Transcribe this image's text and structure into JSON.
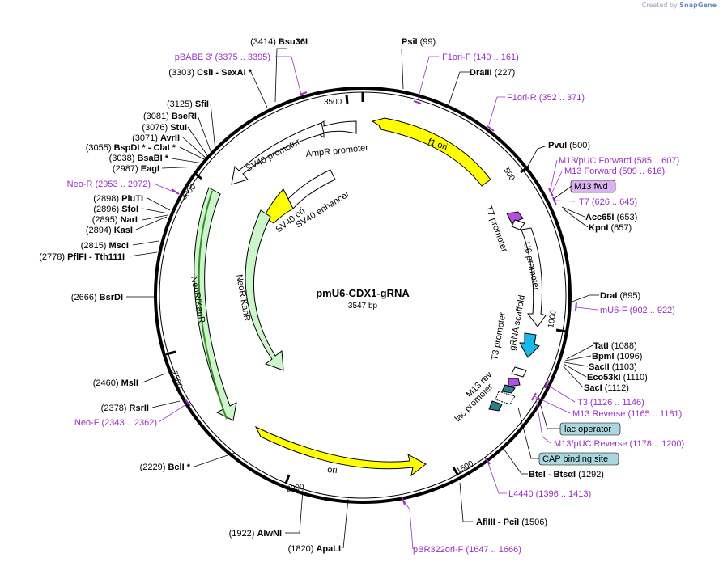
{
  "credit": {
    "prefix": "Created by",
    "brand": "SnapGene"
  },
  "plasmid": {
    "name": "pmU6-CDX1-gRNA",
    "length": "3547 bp"
  },
  "ticks": [
    "500",
    "1000",
    "1500",
    "2000",
    "2500",
    "3000",
    "3500"
  ],
  "sites": [
    {
      "pos": "(99)",
      "name": "PsiI"
    },
    {
      "pos": "(227)",
      "name": "DraIII"
    },
    {
      "pos": "(500)",
      "name": "PvuI"
    },
    {
      "pos": "(653)",
      "name": "Acc65I"
    },
    {
      "pos": "(657)",
      "name": "KpnI"
    },
    {
      "pos": "(895)",
      "name": "DraI"
    },
    {
      "pos": "(1088)",
      "name": "TatI"
    },
    {
      "pos": "(1096)",
      "name": "BpmI"
    },
    {
      "pos": "(1103)",
      "name": "SacII"
    },
    {
      "pos": "(1110)",
      "name": "Eco53kI"
    },
    {
      "pos": "(1112)",
      "name": "SacI"
    },
    {
      "pos": "(1292)",
      "name": "BtsI - BtsαI"
    },
    {
      "pos": "(1506)",
      "name": "AflIII - PciI"
    },
    {
      "pos": "(1820)",
      "name": "ApaLI"
    },
    {
      "pos": "(1922)",
      "name": "AlwNI"
    },
    {
      "pos": "(2229)",
      "name": "BclI *"
    },
    {
      "pos": "(2378)",
      "name": "RsrII"
    },
    {
      "pos": "(2460)",
      "name": "MslI"
    },
    {
      "pos": "(2666)",
      "name": "BsrDI"
    },
    {
      "pos": "(2778)",
      "name": "PflFI - Tth111I"
    },
    {
      "pos": "(2815)",
      "name": "MscI"
    },
    {
      "pos": "(2894)",
      "name": "KasI"
    },
    {
      "pos": "(2895)",
      "name": "NarI"
    },
    {
      "pos": "(2896)",
      "name": "SfoI"
    },
    {
      "pos": "(2898)",
      "name": "PluTI"
    },
    {
      "pos": "(2987)",
      "name": "EagI"
    },
    {
      "pos": "(3038)",
      "name": "BsaBI *"
    },
    {
      "pos": "(3055)",
      "name": "BspDI * - ClaI *"
    },
    {
      "pos": "(3071)",
      "name": "AvrII"
    },
    {
      "pos": "(3076)",
      "name": "StuI"
    },
    {
      "pos": "(3081)",
      "name": "BseRI"
    },
    {
      "pos": "(3125)",
      "name": "SfiI"
    },
    {
      "pos": "(3303)",
      "name": "CsiI - SexAI *"
    },
    {
      "pos": "(3414)",
      "name": "Bsu36I"
    }
  ],
  "primers": [
    {
      "text": "F1ori-F (140 .. 161)"
    },
    {
      "text": "F1ori-R (352 .. 371)"
    },
    {
      "text": "M13/pUC Forward (585 .. 607)"
    },
    {
      "text": "M13 Forward (599 .. 616)"
    },
    {
      "text": "T7 (626 .. 645)"
    },
    {
      "text": "mU6-F (902 .. 922)"
    },
    {
      "text": "T3 (1126 .. 1146)"
    },
    {
      "text": "M13 Reverse (1165 .. 1181)"
    },
    {
      "text": "M13/pUC Reverse (1178 .. 1200)"
    },
    {
      "text": "L4440 (1396 .. 1413)"
    },
    {
      "text": "pBR322ori-F (1647 .. 1666)"
    },
    {
      "text": "Neo-F (2343 .. 2362)"
    },
    {
      "text": "Neo-R (2953 .. 2972)"
    },
    {
      "text": "pBABE 3' (3375 .. 3395)"
    }
  ],
  "boxes": [
    "M13 fwd",
    "lac operator",
    "CAP binding site"
  ],
  "features": {
    "f1_ori": "f1 ori",
    "ampr_promoter": "AmpR promoter",
    "sv40_promoter": "SV40 promoter",
    "sv40_ori": "SV40 ori",
    "sv40_enhancer": "SV40 enhancer",
    "neor_outer": "NeoR/KanR",
    "neor_inner": "NeoR/KanR",
    "ori": "ori",
    "t7_promoter": "T7 promoter",
    "u6_promoter": "U6 promoter",
    "t3_promoter": "T3 promoter",
    "grna_scaffold": "gRNA scaffold",
    "m13_rev": "M13 rev",
    "lac_promoter": "lac promoter"
  },
  "colors": {
    "yellow": "#ffff00",
    "green": "#ccf5cc",
    "primer": "#9b2fc4",
    "cyan": "#19b8ea",
    "teal": "#2e7c8c",
    "lilac": "#d9b3f0",
    "box_teal": "#a9d6df"
  }
}
